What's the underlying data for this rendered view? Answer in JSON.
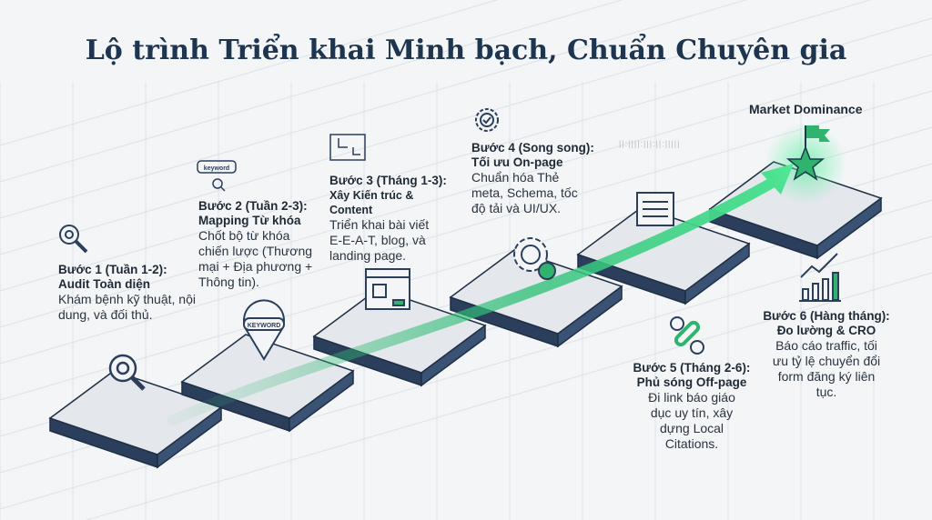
{
  "title": "Lộ trình Triển khai Minh bạch, Chuẩn Chuyên gia",
  "goal_label": "Market Dominance",
  "faint_text": "||:||||:|||:||:|||||",
  "steps": [
    {
      "title1": "Bước 1 (Tuần 1-2):",
      "title2": "Audit Toàn diện",
      "desc": "Khám bệnh kỹ thuật, nội dung, và đối thủ.",
      "icon": "gear-search-icon"
    },
    {
      "title1": "Bước 2 (Tuần 2-3):",
      "title2": "Mapping Từ khóa",
      "desc": "Chốt bộ từ khóa chiến lược (Thương mại + Địa phương + Thông tin).",
      "icon": "keyword-search-icon",
      "icon_text": "keyword",
      "platform_icon_text": "KEYWORD"
    },
    {
      "title1": "Bước 3 (Tháng 1-3):",
      "title2": "Xây Kiến trúc & Content",
      "desc": "Triển khai bài viết E-E-A-T, blog, và landing page.",
      "icon": "blueprint-icon"
    },
    {
      "title1": "Bước 4 (Song song):",
      "title2": "Tối ưu On-page",
      "desc": "Chuẩn hóa Thẻ meta, Schema, tốc độ tải và UI/UX.",
      "icon": "gear-check-icon"
    },
    {
      "title1": "Bước 5 (Tháng 2-6):",
      "title2": "Phủ sóng Off-page",
      "desc": "Đi link báo giáo dục uy tín, xây dựng Local Citations.",
      "icon": "link-globe-icon"
    },
    {
      "title1": "Bước 6 (Hàng tháng):",
      "title2": "Đo lường & CRO",
      "desc": "Báo cáo traffic, tối ưu tỷ lệ chuyển đổi form đăng ký liên tục.",
      "icon": "growth-chart-icon"
    }
  ],
  "colors": {
    "navy": "#2b3f5c",
    "green": "#2fb36e",
    "slab_top": "#e4e7ec",
    "title": "#1e3550"
  }
}
